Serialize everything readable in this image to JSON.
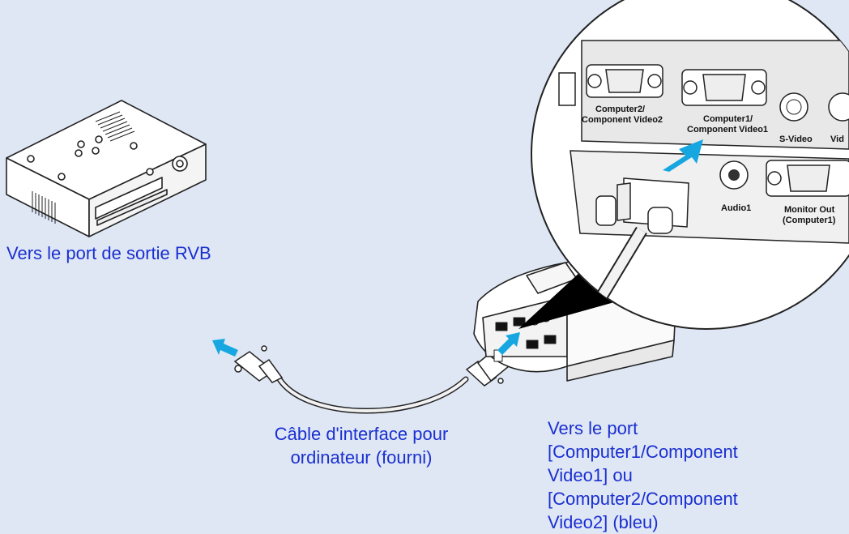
{
  "captions": {
    "source": "Vers le port de sortie RVB",
    "cable_line1": "Câble d'interface pour",
    "cable_line2": "ordinateur (fourni)",
    "port_line1": "Vers le port",
    "port_line2": "[Computer1/Component",
    "port_line3": "Video1] ou",
    "port_line4": "[Computer2/Component",
    "port_line5": "Video2] (bleu)"
  },
  "ports": {
    "computer2_l1": "Computer2/",
    "computer2_l2": "Component Video2",
    "computer1_l1": "Computer1/",
    "computer1_l2": "Component Video1",
    "svideo": "S-Video",
    "video_partial": "Vid",
    "audio1": "Audio1",
    "monitor_l1": "Monitor Out",
    "monitor_l2": "(Computer1)"
  },
  "icons": {
    "device": "video-source-device-icon",
    "projector": "projector-icon",
    "cable": "vga-cable-icon",
    "arrow": "insert-arrow-icon"
  },
  "colors": {
    "background": "#dfe7f5",
    "caption": "#1a2fd0",
    "arrow": "#16a7e0"
  }
}
